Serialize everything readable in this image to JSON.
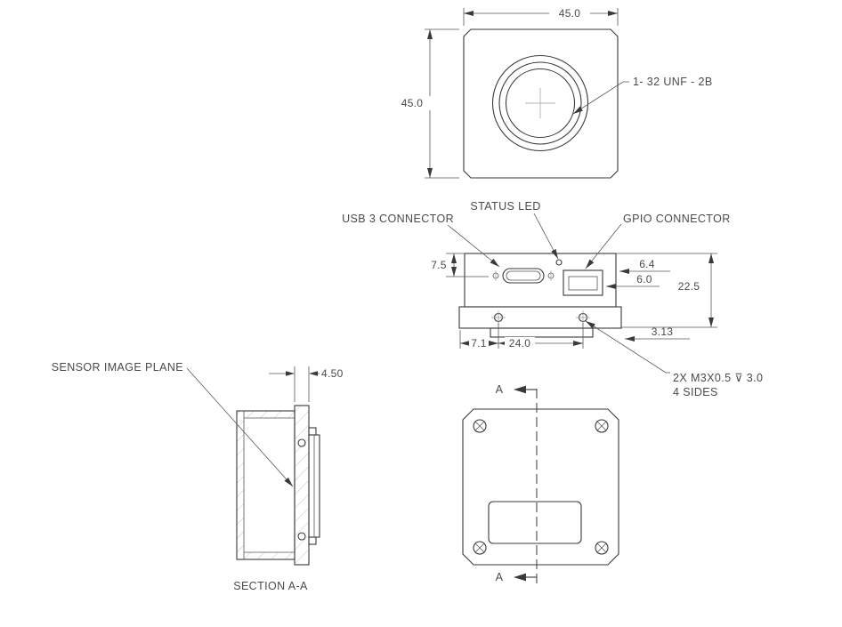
{
  "drawing": {
    "front_view": {
      "dim_width": "45.0",
      "dim_height": "45.0",
      "thread_label": "1- 32 UNF - 2B"
    },
    "top_view": {
      "usb_label": "USB 3 CONNECTOR",
      "led_label": "STATUS LED",
      "gpio_label": "GPIO CONNECTOR",
      "dim_usb_offset": "7.5",
      "dim_led_offset": "6.4",
      "dim_gpio_offset": "6.0",
      "dim_height": "22.5",
      "dim_hole_edge": "7.1",
      "dim_hole_spacing": "24.0",
      "dim_flange_step": "3.13",
      "mount_note_line1": "2X M3X0.5 ⊽ 3.0",
      "mount_note_line2": "4 SIDES"
    },
    "section_view": {
      "sensor_label": "SENSOR IMAGE PLANE",
      "dim_flange_distance": "4.50",
      "caption": "SECTION A-A"
    },
    "back_view": {
      "section_mark_top": "A",
      "section_mark_bottom": "A"
    }
  },
  "colors": {
    "line": "#3a3a3a",
    "dim_line": "#565656",
    "text": "#4a4a4a",
    "centerline": "#9a9a9a",
    "background": "#ffffff"
  }
}
